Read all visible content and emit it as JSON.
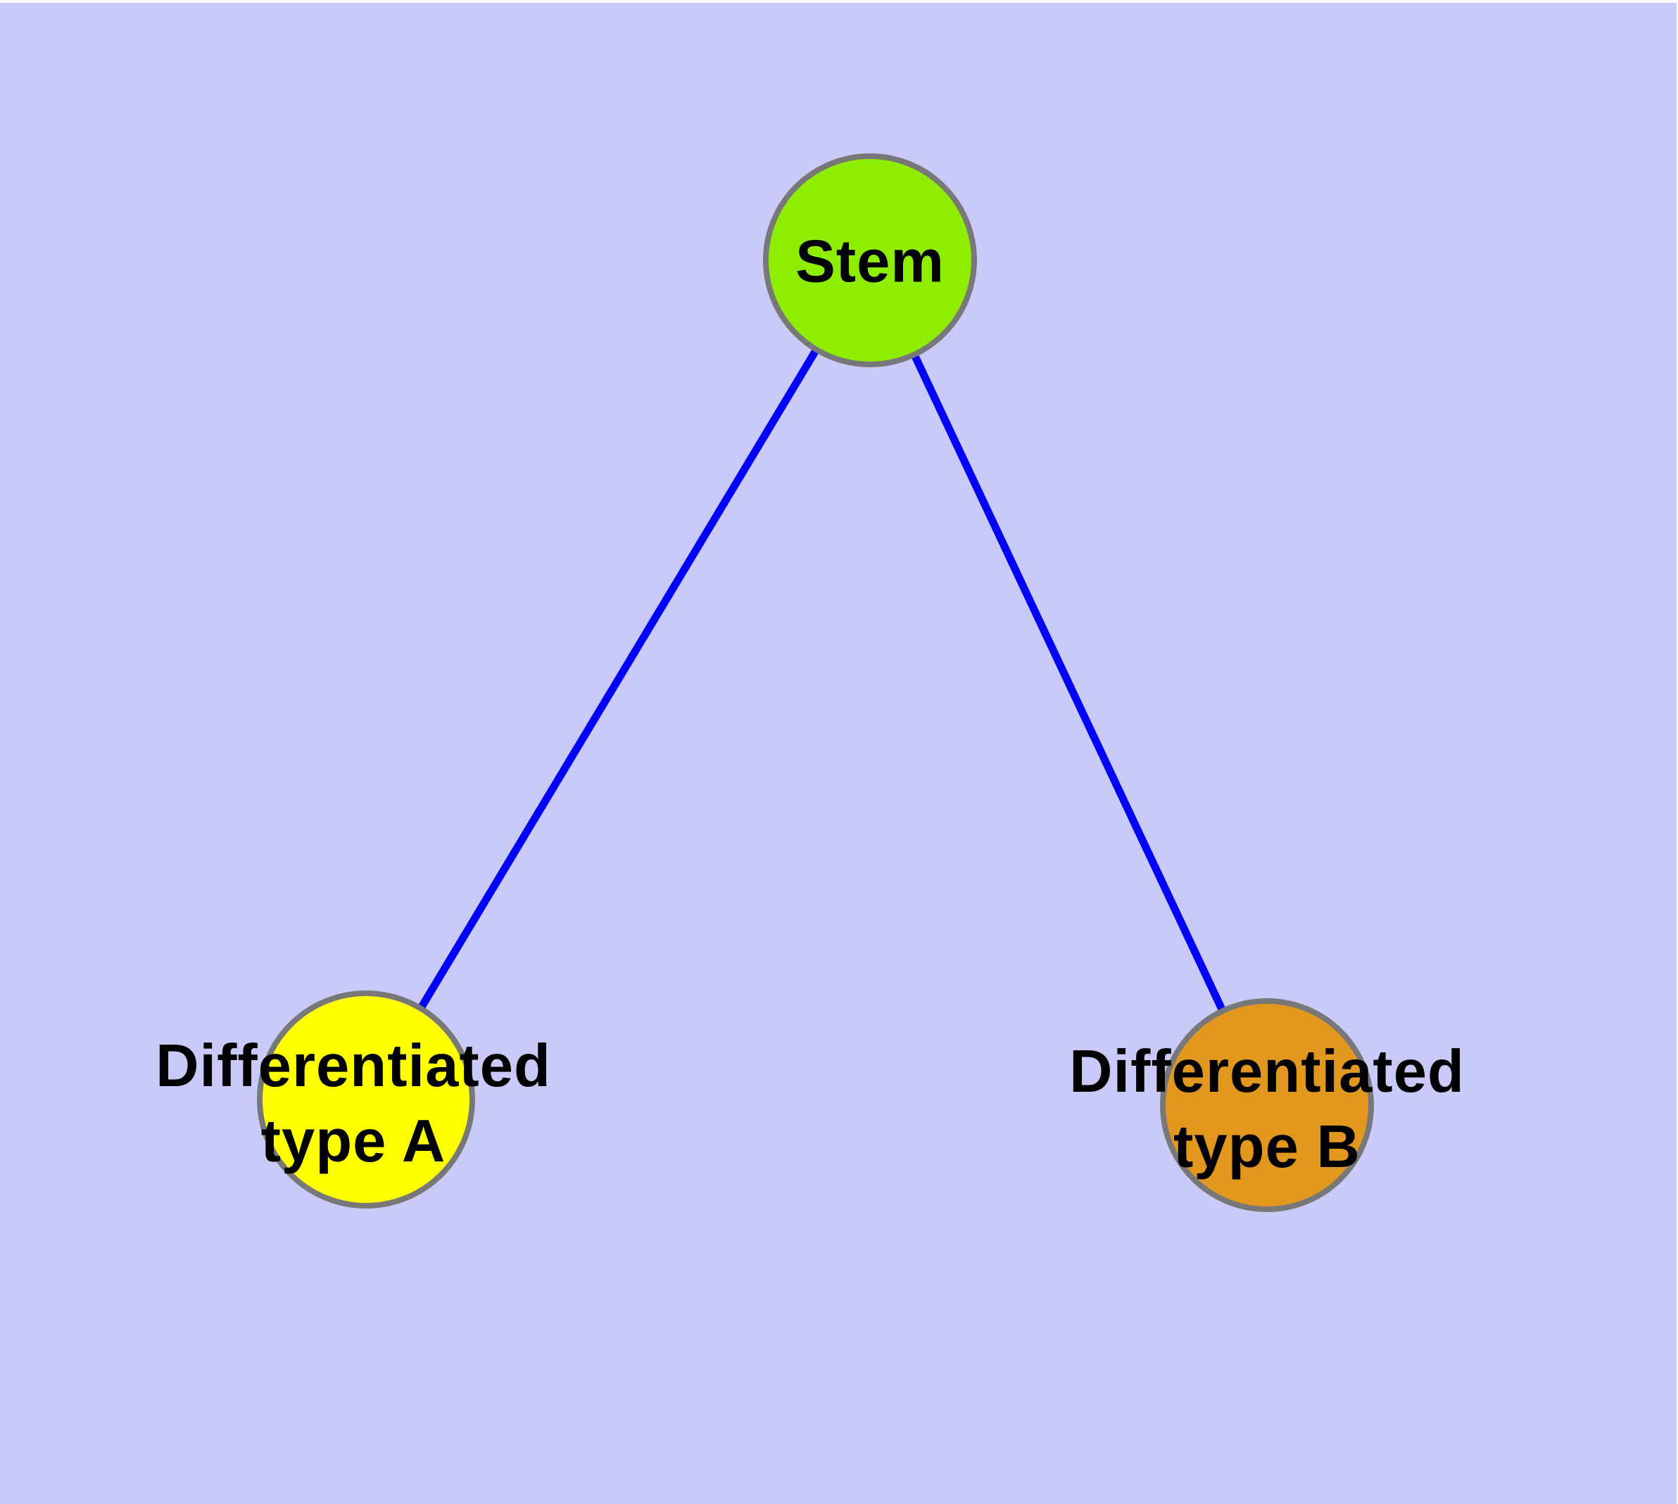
{
  "diagram": {
    "background_color": "#CACAF8",
    "margin_color": "#FFFFFF",
    "label_color": "#000000",
    "node_border_color": "#787878",
    "nodes": [
      {
        "id": "stem",
        "label": "Stem",
        "color": "#8FEE00"
      },
      {
        "id": "differentiated-type-a",
        "label": "Differentiated\ntype A",
        "color": "#FFFF00"
      },
      {
        "id": "differentiated-type-b",
        "label": "Differentiated\ntype B",
        "color": "#E2981E"
      }
    ],
    "edges": [
      {
        "from": "Stem",
        "to": "Differentiated type A",
        "color": "#0000FF"
      },
      {
        "from": "Stem",
        "to": "Differentiated type B",
        "color": "#0000FF"
      }
    ]
  }
}
